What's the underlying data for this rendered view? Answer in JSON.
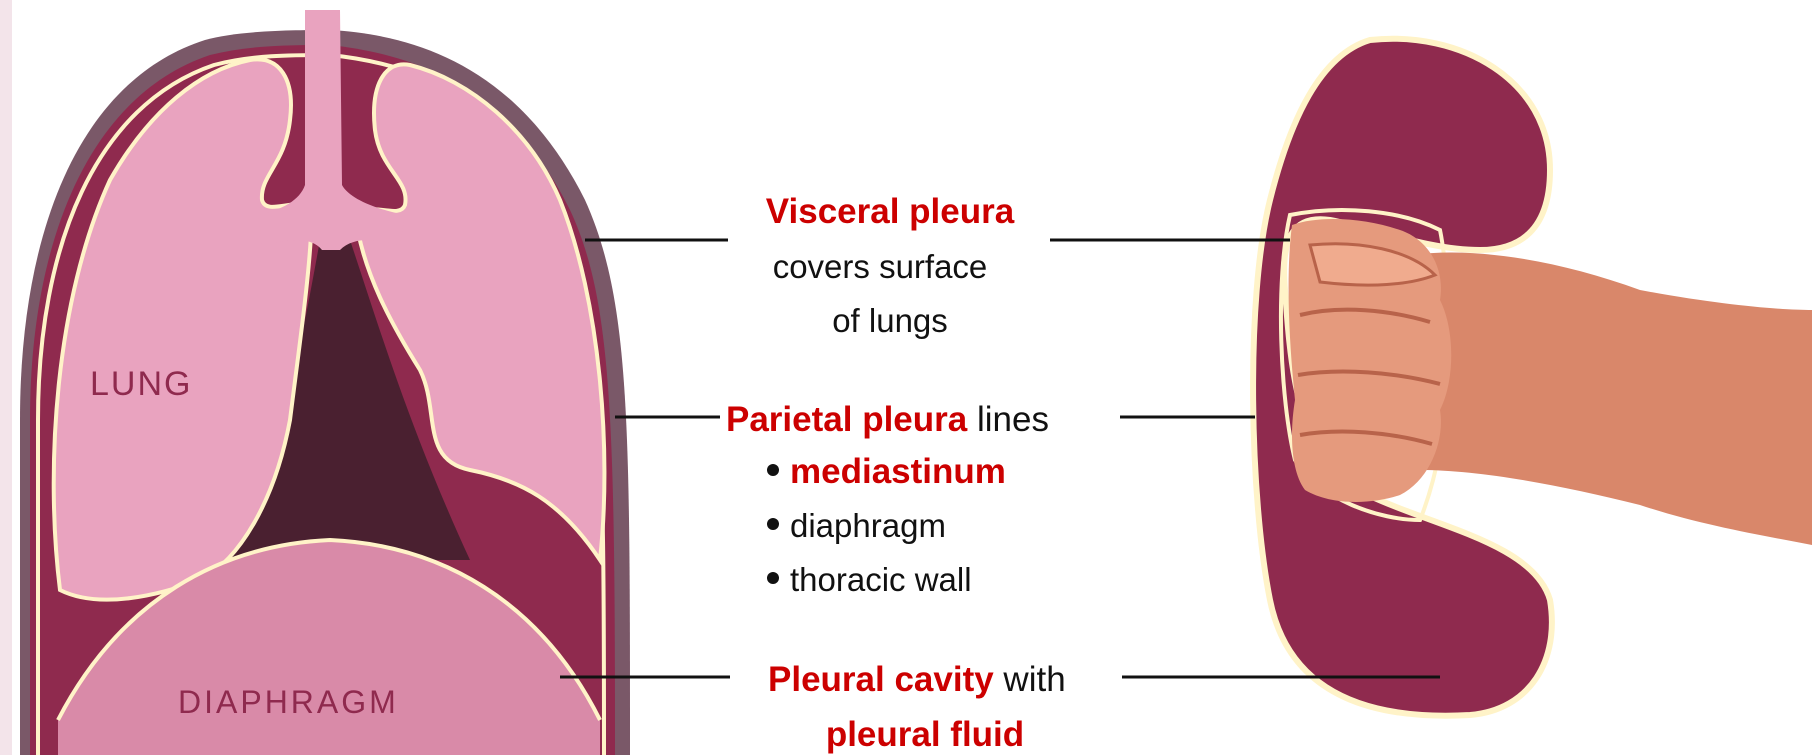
{
  "diagram": {
    "lung_label": "LUNG",
    "diaphragm_label": "DIAPHRAGM",
    "visceral": {
      "title": "Visceral pleura",
      "line1": "covers surface",
      "line2": "of lungs"
    },
    "parietal": {
      "title": "Parietal pleura",
      "suffix": " lines",
      "bullets": [
        "mediastinum",
        "diaphragm",
        "thoracic wall"
      ]
    },
    "cavity": {
      "title": "Pleural cavity",
      "suffix": " with",
      "line2": "pleural fluid"
    },
    "colors": {
      "accent_red": "#cc0000",
      "lung_pink": "#e9a3bf",
      "pleura_maroon": "#8f2a4e",
      "mediastinum_dark": "#4a2030",
      "diaphragm_mauve": "#d98aa8",
      "chest_wall": "#7a5868",
      "membrane_cream": "#fff3c8",
      "skin": "#e08c6e"
    }
  }
}
